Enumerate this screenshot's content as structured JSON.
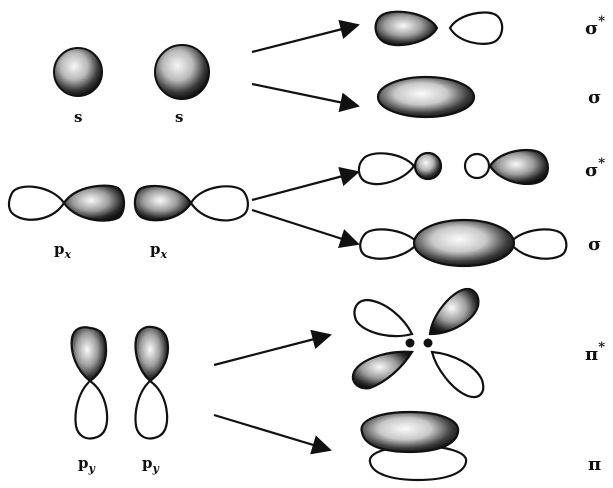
{
  "colors": {
    "ink": "#111111",
    "paper": "#ffffff",
    "shade_light": "#f4f4f4",
    "shade_dark": "#1c1c1c"
  },
  "atomic_orbitals": {
    "s1": "s",
    "s2": "s",
    "px_base": "p",
    "px_sub": "x",
    "py_base": "p",
    "py_sub": "y"
  },
  "molecular_orbitals": {
    "sigma_star_s": "σ",
    "sigma_s": "σ",
    "sigma_star_p": "σ",
    "sigma_p": "σ",
    "pi_star": "π",
    "pi": "π",
    "star": "*"
  }
}
